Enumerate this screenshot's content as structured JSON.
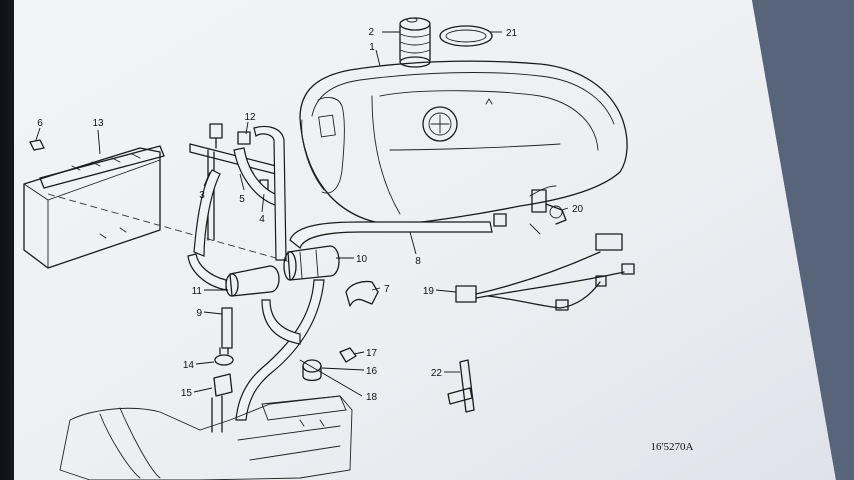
{
  "diagram": {
    "drawing_code": "16'5270A",
    "parts": [
      {
        "id": "p1",
        "number": "1"
      },
      {
        "id": "p2",
        "number": "2"
      },
      {
        "id": "p3",
        "number": "3"
      },
      {
        "id": "p4",
        "number": "4"
      },
      {
        "id": "p5",
        "number": "5"
      },
      {
        "id": "p6",
        "number": "6"
      },
      {
        "id": "p7",
        "number": "7"
      },
      {
        "id": "p8",
        "number": "8"
      },
      {
        "id": "p9",
        "number": "9"
      },
      {
        "id": "p10",
        "number": "10"
      },
      {
        "id": "p11",
        "number": "11"
      },
      {
        "id": "p12",
        "number": "12"
      },
      {
        "id": "p13",
        "number": "13"
      },
      {
        "id": "p14",
        "number": "14"
      },
      {
        "id": "p15",
        "number": "15"
      },
      {
        "id": "p16",
        "number": "16"
      },
      {
        "id": "p17",
        "number": "17"
      },
      {
        "id": "p18",
        "number": "18"
      },
      {
        "id": "p19",
        "number": "19"
      },
      {
        "id": "p20",
        "number": "20"
      },
      {
        "id": "p21",
        "number": "21"
      },
      {
        "id": "p22",
        "number": "22"
      }
    ]
  },
  "colors": {
    "paper": "#eef0f3",
    "ink": "#1a1a1a",
    "background": "#4a5568"
  }
}
